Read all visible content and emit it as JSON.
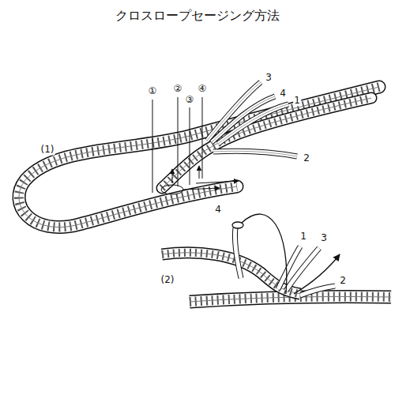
{
  "diagram": {
    "title": "クロスロープセージング方法",
    "labels": [
      "(1)",
      "①",
      "②",
      "③",
      "④",
      "3",
      "4",
      "1",
      "2",
      "(2)",
      "4",
      "1",
      "3",
      "2"
    ]
  }
}
